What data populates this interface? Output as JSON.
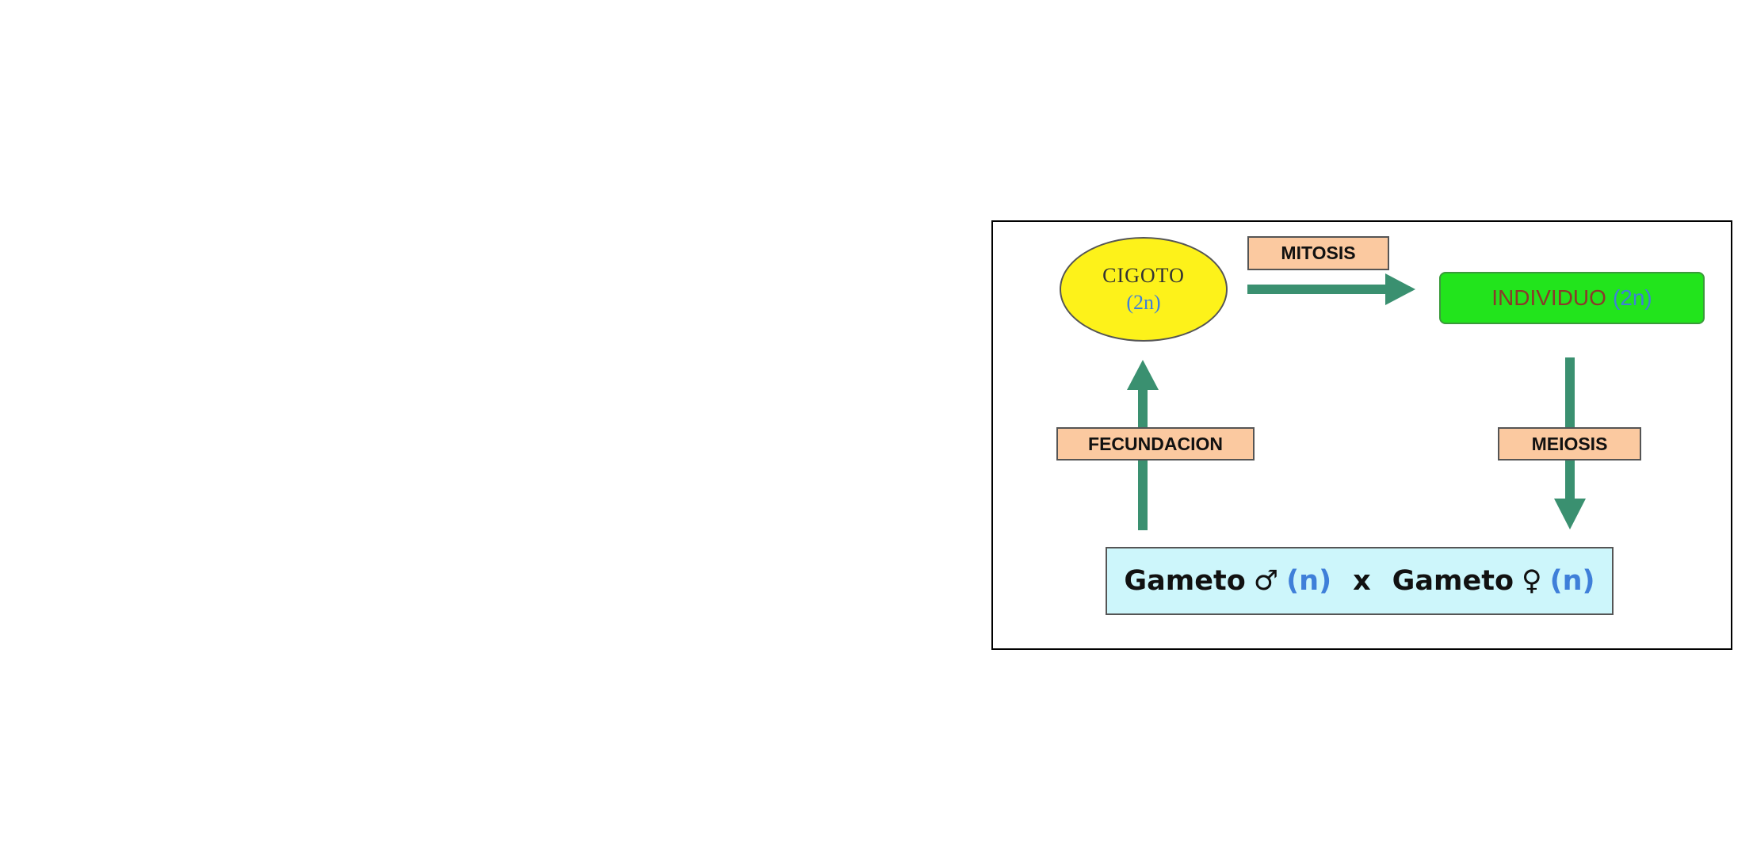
{
  "diagram": {
    "nodes": {
      "cigoto": {
        "name": "CIGOTO",
        "ploidy": "(2n)"
      },
      "individuo": {
        "name": "INDIVIDUO",
        "ploidy": "(2n)"
      },
      "gametes": {
        "male": "Gameto",
        "male_symbol": "♂",
        "male_ploidy": "(n)",
        "cross": "x",
        "female": "Gameto",
        "female_symbol": "♀",
        "female_ploidy": "(n)"
      }
    },
    "processes": {
      "mitosis": "MITOSIS",
      "meiosis": "MEIOSIS",
      "fecundacion": "FECUNDACION"
    },
    "colors": {
      "arrow": "#3a9070",
      "label_bg": "#fbc9a0",
      "cigoto": "#fdf21a",
      "individuo": "#22e41c",
      "gametes": "#cdf6fb",
      "ploidy": "#3f7fd9"
    }
  }
}
